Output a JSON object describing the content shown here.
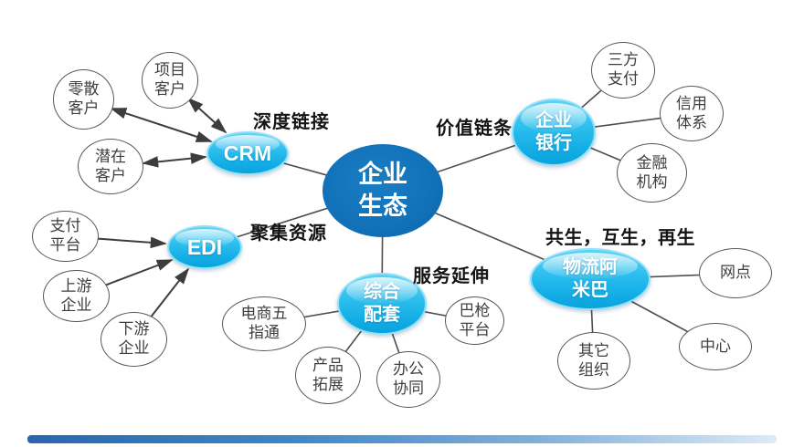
{
  "center": {
    "label": "企业\n生态"
  },
  "groups": [
    {
      "id": "crm",
      "hub": "CRM",
      "edge_label": "深度链接",
      "satellites": [
        "项目\n客户",
        "零散\n客户",
        "潜在\n客户"
      ]
    },
    {
      "id": "edi",
      "hub": "EDI",
      "edge_label": "聚集资源",
      "satellites": [
        "支付\n平台",
        "上游\n企业",
        "下游\n企业"
      ]
    },
    {
      "id": "enterprise-bank",
      "hub": "企业\n银行",
      "edge_label": "价值链条",
      "satellites": [
        "三方\n支付",
        "信用\n体系",
        "金融\n机构"
      ]
    },
    {
      "id": "comprehensive-support",
      "hub": "综合\n配套",
      "edge_label": "服务延伸",
      "satellites": [
        "电商五\n指通",
        "产品\n拓展",
        "办公\n协同",
        "巴枪\n平台"
      ]
    },
    {
      "id": "logistics-amoeba",
      "hub": "物流阿\n米巴",
      "edge_label": "共生，互生，再生",
      "satellites": [
        "网点",
        "中心",
        "其它\n组织"
      ]
    }
  ],
  "colors": {
    "center_fill": "#1170b8",
    "hub_fill": "#29bdee",
    "node_border": "#575757",
    "node_text": "#3f3f3f",
    "line": "#4d4d4d",
    "edge_label_text": "#141414",
    "footer_gradient_from": "#2b66ae",
    "footer_gradient_to": "#dcebf7"
  }
}
